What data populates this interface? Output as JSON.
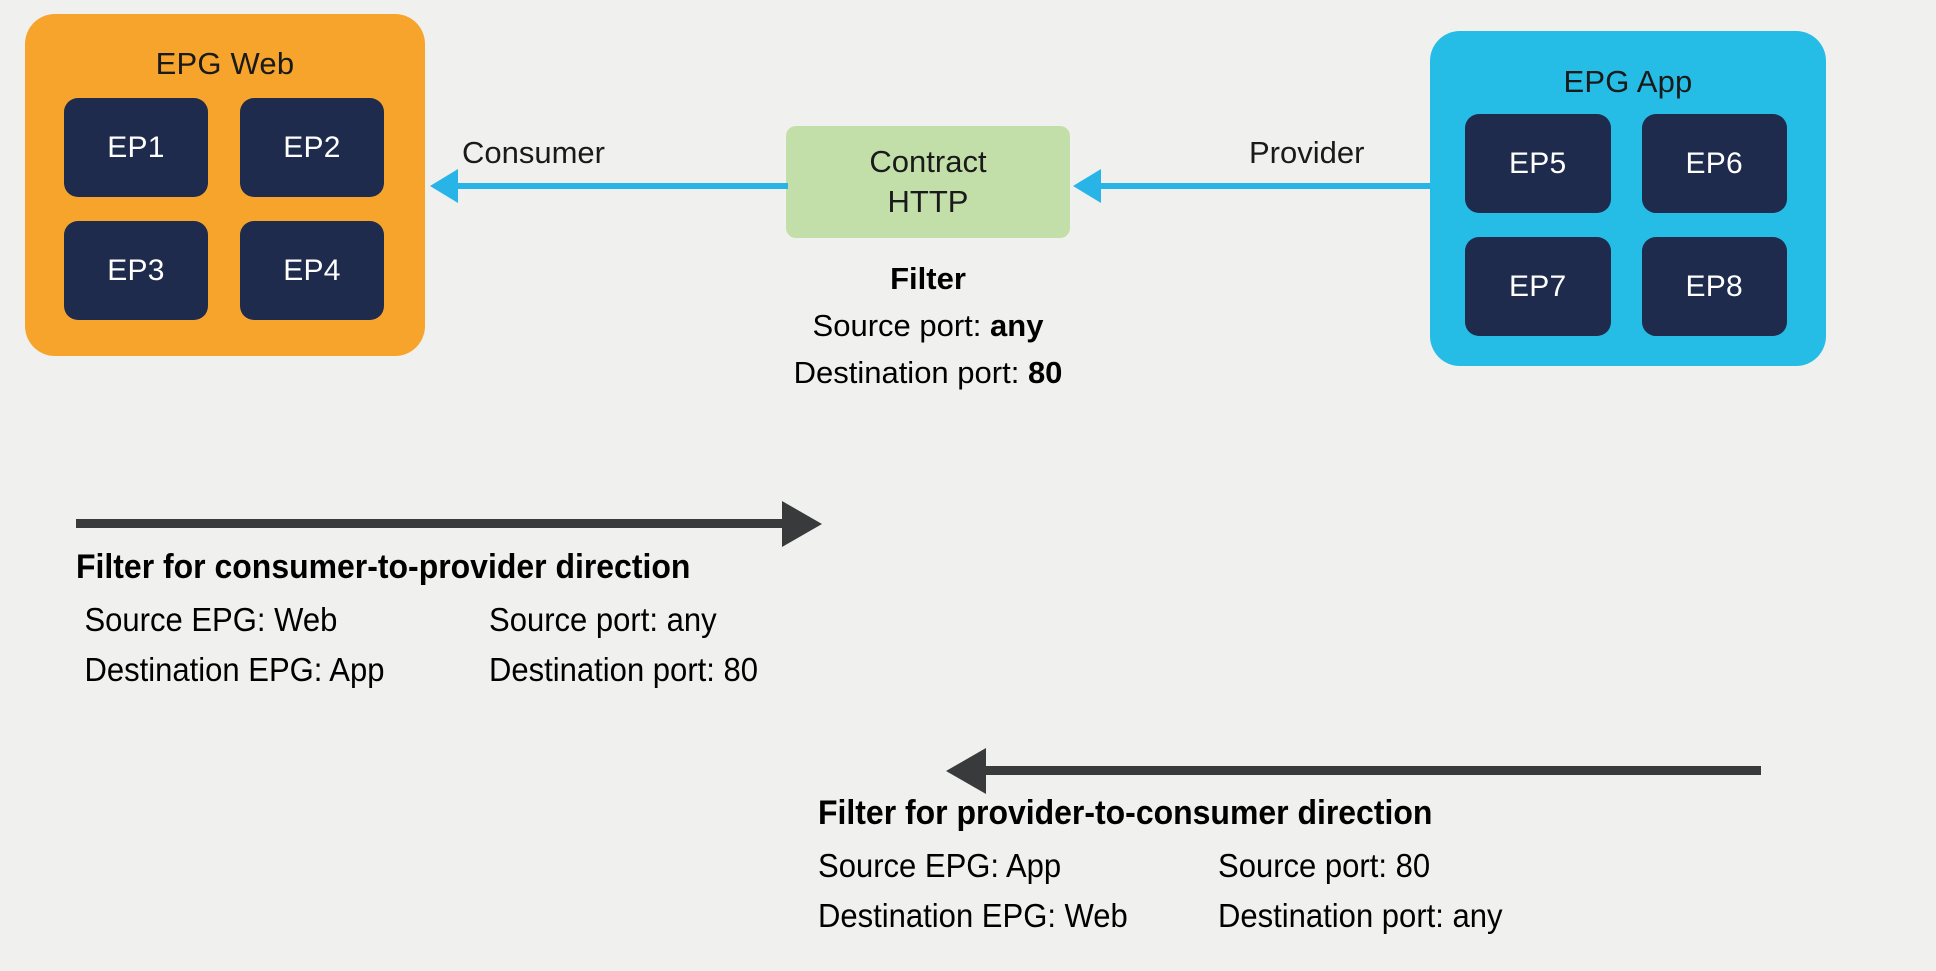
{
  "diagram": {
    "background_color": "#F0F0EE",
    "epg_web": {
      "title": "EPG Web",
      "color": "#F7A42C",
      "endpoints": [
        "EP1",
        "EP2",
        "EP3",
        "EP4"
      ]
    },
    "epg_app": {
      "title": "EPG App",
      "color": "#25BCE6",
      "endpoints": [
        "EP5",
        "EP6",
        "EP7",
        "EP8"
      ]
    },
    "contract": {
      "color": "#C3DFA9",
      "line1": "Contract",
      "line2": "HTTP",
      "filter_heading": "Filter",
      "filter_rows": [
        {
          "label": "Source port: ",
          "value": "any"
        },
        {
          "label": "Destination port: ",
          "value": "80"
        }
      ]
    },
    "relations": {
      "arrow_color": "#29B4E8",
      "consumer_label": "Consumer",
      "provider_label": "Provider"
    },
    "direction_arrow_color": "#383A3C",
    "consumer_to_provider": {
      "title": "Filter for consumer-to-provider direction",
      "left_column": [
        "Source EPG: Web",
        "Destination EPG: App"
      ],
      "right_column": [
        "Source port: any",
        "Destination port: 80"
      ]
    },
    "provider_to_consumer": {
      "title": "Filter for provider-to-consumer direction",
      "left_column": [
        "Source EPG: App",
        "Destination EPG: Web"
      ],
      "right_column": [
        "Source port: 80",
        "Destination port: any"
      ]
    }
  }
}
